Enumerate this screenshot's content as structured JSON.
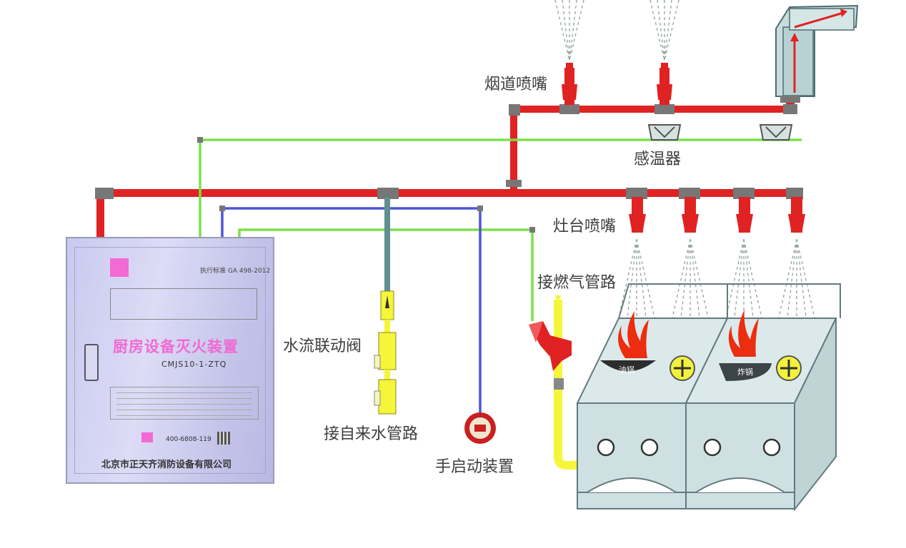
{
  "labels": {
    "flue_nozzle": "烟道喷嘴",
    "temp_sensor": "感温器",
    "stove_nozzle": "灶台喷嘴",
    "gas_pipe": "接燃气管路",
    "water_valve": "水流联动阀",
    "tap_water_pipe": "接自来水管路",
    "manual_start": "手启动装置"
  },
  "cabinet": {
    "standard": "执行标准  GA 498-2012",
    "title": "厨房设备灭火装置",
    "model": "CMJS10-1-ZTQ",
    "phone": "400-6808-119",
    "company": "北京市正天齐消防设备有限公司"
  },
  "stove": {
    "pot_left": "油锅",
    "pot_right": "炸锅"
  },
  "colors": {
    "agent_pipe": "#e02222",
    "sensor_line": "#7de04a",
    "control_line": "#4d55d8",
    "water_pipe": "#5f8f90",
    "gas_pipe": "#f5f53a",
    "fitting": "#777777"
  }
}
